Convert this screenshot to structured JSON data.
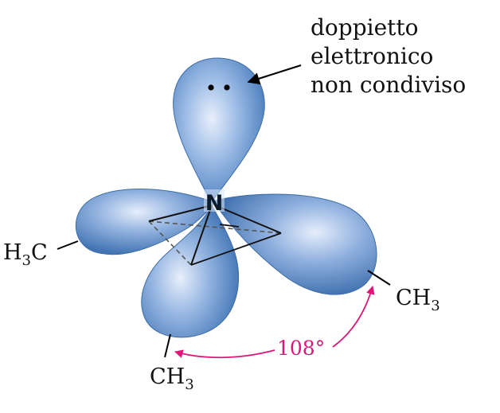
{
  "annotation": {
    "line1": "doppietto",
    "line2": "elettronico",
    "line3": "non condiviso"
  },
  "center_atom": "N",
  "substituents": {
    "left": {
      "main": "H",
      "sub": "3",
      "tail": "C"
    },
    "right": {
      "main": "CH",
      "sub": "3"
    },
    "bottom": {
      "main": "CH",
      "sub": "3"
    }
  },
  "bond_angle": "108°",
  "colors": {
    "lobe_edge": "#3f72ad",
    "lobe_mid": "#6f9bd6",
    "lobe_highlight": "#e6eefb",
    "angle_arrow": "#e0157a",
    "text": "#111111"
  }
}
